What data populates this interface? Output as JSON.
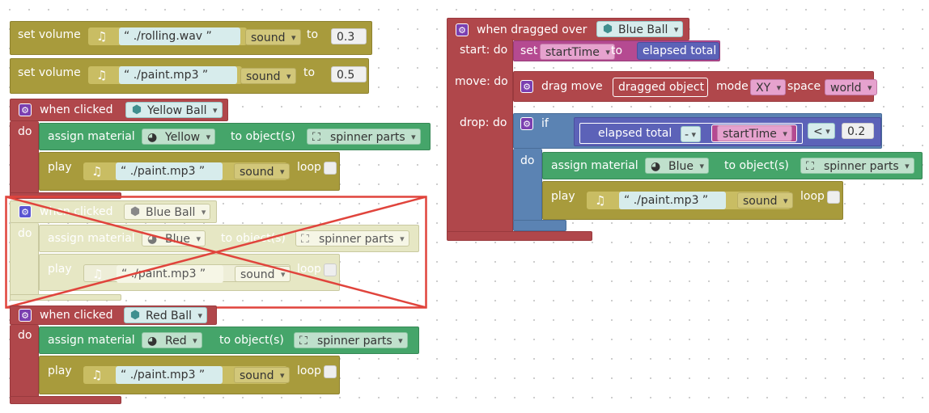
{
  "volume_blocks": [
    {
      "label": "set volume",
      "file": "./rolling.wav",
      "type": "sound",
      "to": "to",
      "value": "0.3"
    },
    {
      "label": "set volume",
      "file": "./paint.mp3",
      "type": "sound",
      "to": "to",
      "value": "0.5"
    }
  ],
  "click_handlers": [
    {
      "header": "when clicked",
      "target": "Yellow Ball",
      "do": "do",
      "assign": "assign material",
      "material": "Yellow",
      "to_objects": "to object(s)",
      "objects": "spinner parts",
      "play": "play",
      "file": "./paint.mp3",
      "type": "sound",
      "loop": "loop"
    },
    {
      "header": "when clicked",
      "target": "Blue Ball",
      "do": "do",
      "assign": "assign material",
      "material": "Blue",
      "to_objects": "to object(s)",
      "objects": "spinner parts",
      "play": "play",
      "file": "./paint.mp3",
      "type": "sound",
      "loop": "loop"
    },
    {
      "header": "when clicked",
      "target": "Red Ball",
      "do": "do",
      "assign": "assign material",
      "material": "Red",
      "to_objects": "to object(s)",
      "objects": "spinner parts",
      "play": "play",
      "file": "./paint.mp3",
      "type": "sound",
      "loop": "loop"
    }
  ],
  "drag_handler": {
    "header": "when dragged over",
    "target": "Blue Ball",
    "start_label": "start: do",
    "set": "set",
    "var": "startTime",
    "to": "to",
    "elapsed": "elapsed total",
    "move_label": "move: do",
    "drag_move": "drag move",
    "dragged": "dragged object",
    "mode": "mode",
    "mode_val": "XY",
    "space": "space",
    "space_val": "world",
    "drop_label": "drop: do",
    "if": "if",
    "elapsed2": "elapsed total",
    "minus": "-",
    "var2": "startTime",
    "cmp": "<",
    "threshold": "0.2",
    "do": "do",
    "assign": "assign material",
    "material": "Blue",
    "to_objects": "to object(s)",
    "objects": "spinner parts",
    "play": "play",
    "file": "./paint.mp3",
    "type": "sound",
    "loop": "loop"
  },
  "icons": {
    "gear": "gear-icon",
    "cube": "cube-icon",
    "music": "music-note-icon",
    "material": "material-ball-icon",
    "group": "group-icon"
  },
  "colors": {
    "event": "#b0474b",
    "sound": "#a89b3c",
    "material": "#45a56a",
    "object": "#5b83b3",
    "variable": "#b54a91",
    "math": "#5c62b8",
    "strike": "#e0443c"
  }
}
